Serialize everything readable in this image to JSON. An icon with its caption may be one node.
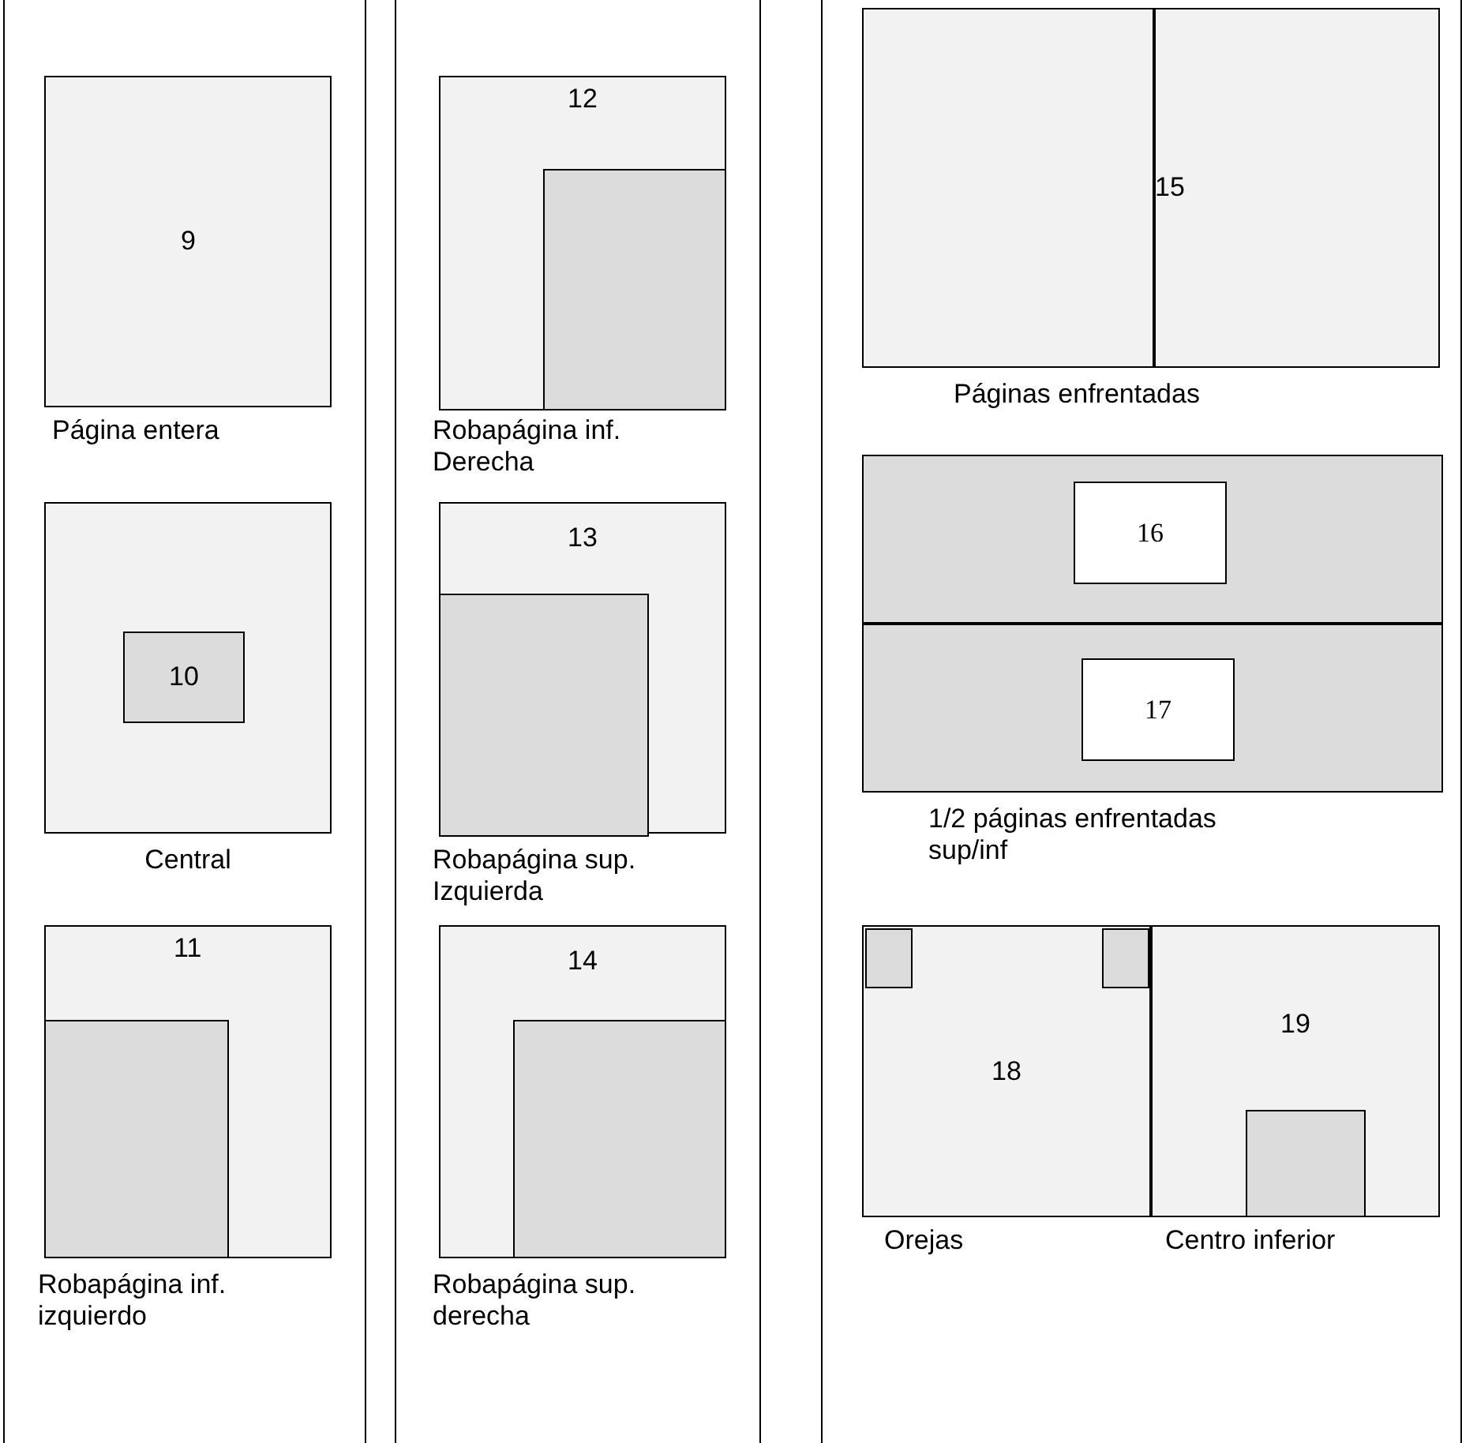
{
  "diagram": {
    "nodes": [
      {
        "text": [
          "9"
        ],
        "beside": [
          "Página entera"
        ]
      },
      {
        "text": [],
        "shape": "box",
        "beside": [
          "Central"
        ]
      },
      {
        "text": [
          "10"
        ],
        "in": 1
      },
      {
        "text": [
          "11"
        ],
        "beside": [
          "Robapágina inf. izquierdo"
        ]
      },
      {
        "text": [],
        "shape": "box",
        "in": 3
      },
      {
        "text": [
          "12"
        ],
        "beside": [
          "Robapágina inf. Derecha"
        ]
      },
      {
        "text": [],
        "shape": "box",
        "in": 5
      },
      {
        "text": [
          "13"
        ],
        "beside": [
          "Robapágina sup. Izquierda"
        ]
      },
      {
        "text": [],
        "shape": "box",
        "in": 7
      },
      {
        "text": [
          "14"
        ],
        "beside": [
          "Robapágina sup. derecha"
        ]
      },
      {
        "text": [],
        "shape": "box",
        "in": 9
      },
      {
        "text": [
          "15"
        ],
        "beside": [
          "Páginas enfrentadas"
        ]
      },
      {
        "text": [],
        "shape": "box",
        "beside": [
          "1/2 páginas enfrentadas sup/inf"
        ]
      },
      {
        "text": [],
        "shape": "box",
        "in": 12
      },
      {
        "text": [
          "16"
        ],
        "in": 13
      },
      {
        "text": [],
        "shape": "box",
        "in": 12
      },
      {
        "text": [
          "17"
        ],
        "in": 15
      },
      {
        "text": [
          "18"
        ],
        "beside": [
          "Orejas"
        ]
      },
      {
        "text": [],
        "shape": "box",
        "in": 17
      },
      {
        "text": [],
        "shape": "box",
        "in": 17
      },
      {
        "text": [
          "19"
        ],
        "beside": [
          "Centro inferior"
        ]
      },
      {
        "text": [],
        "shape": "box",
        "in": 20
      }
    ]
  }
}
